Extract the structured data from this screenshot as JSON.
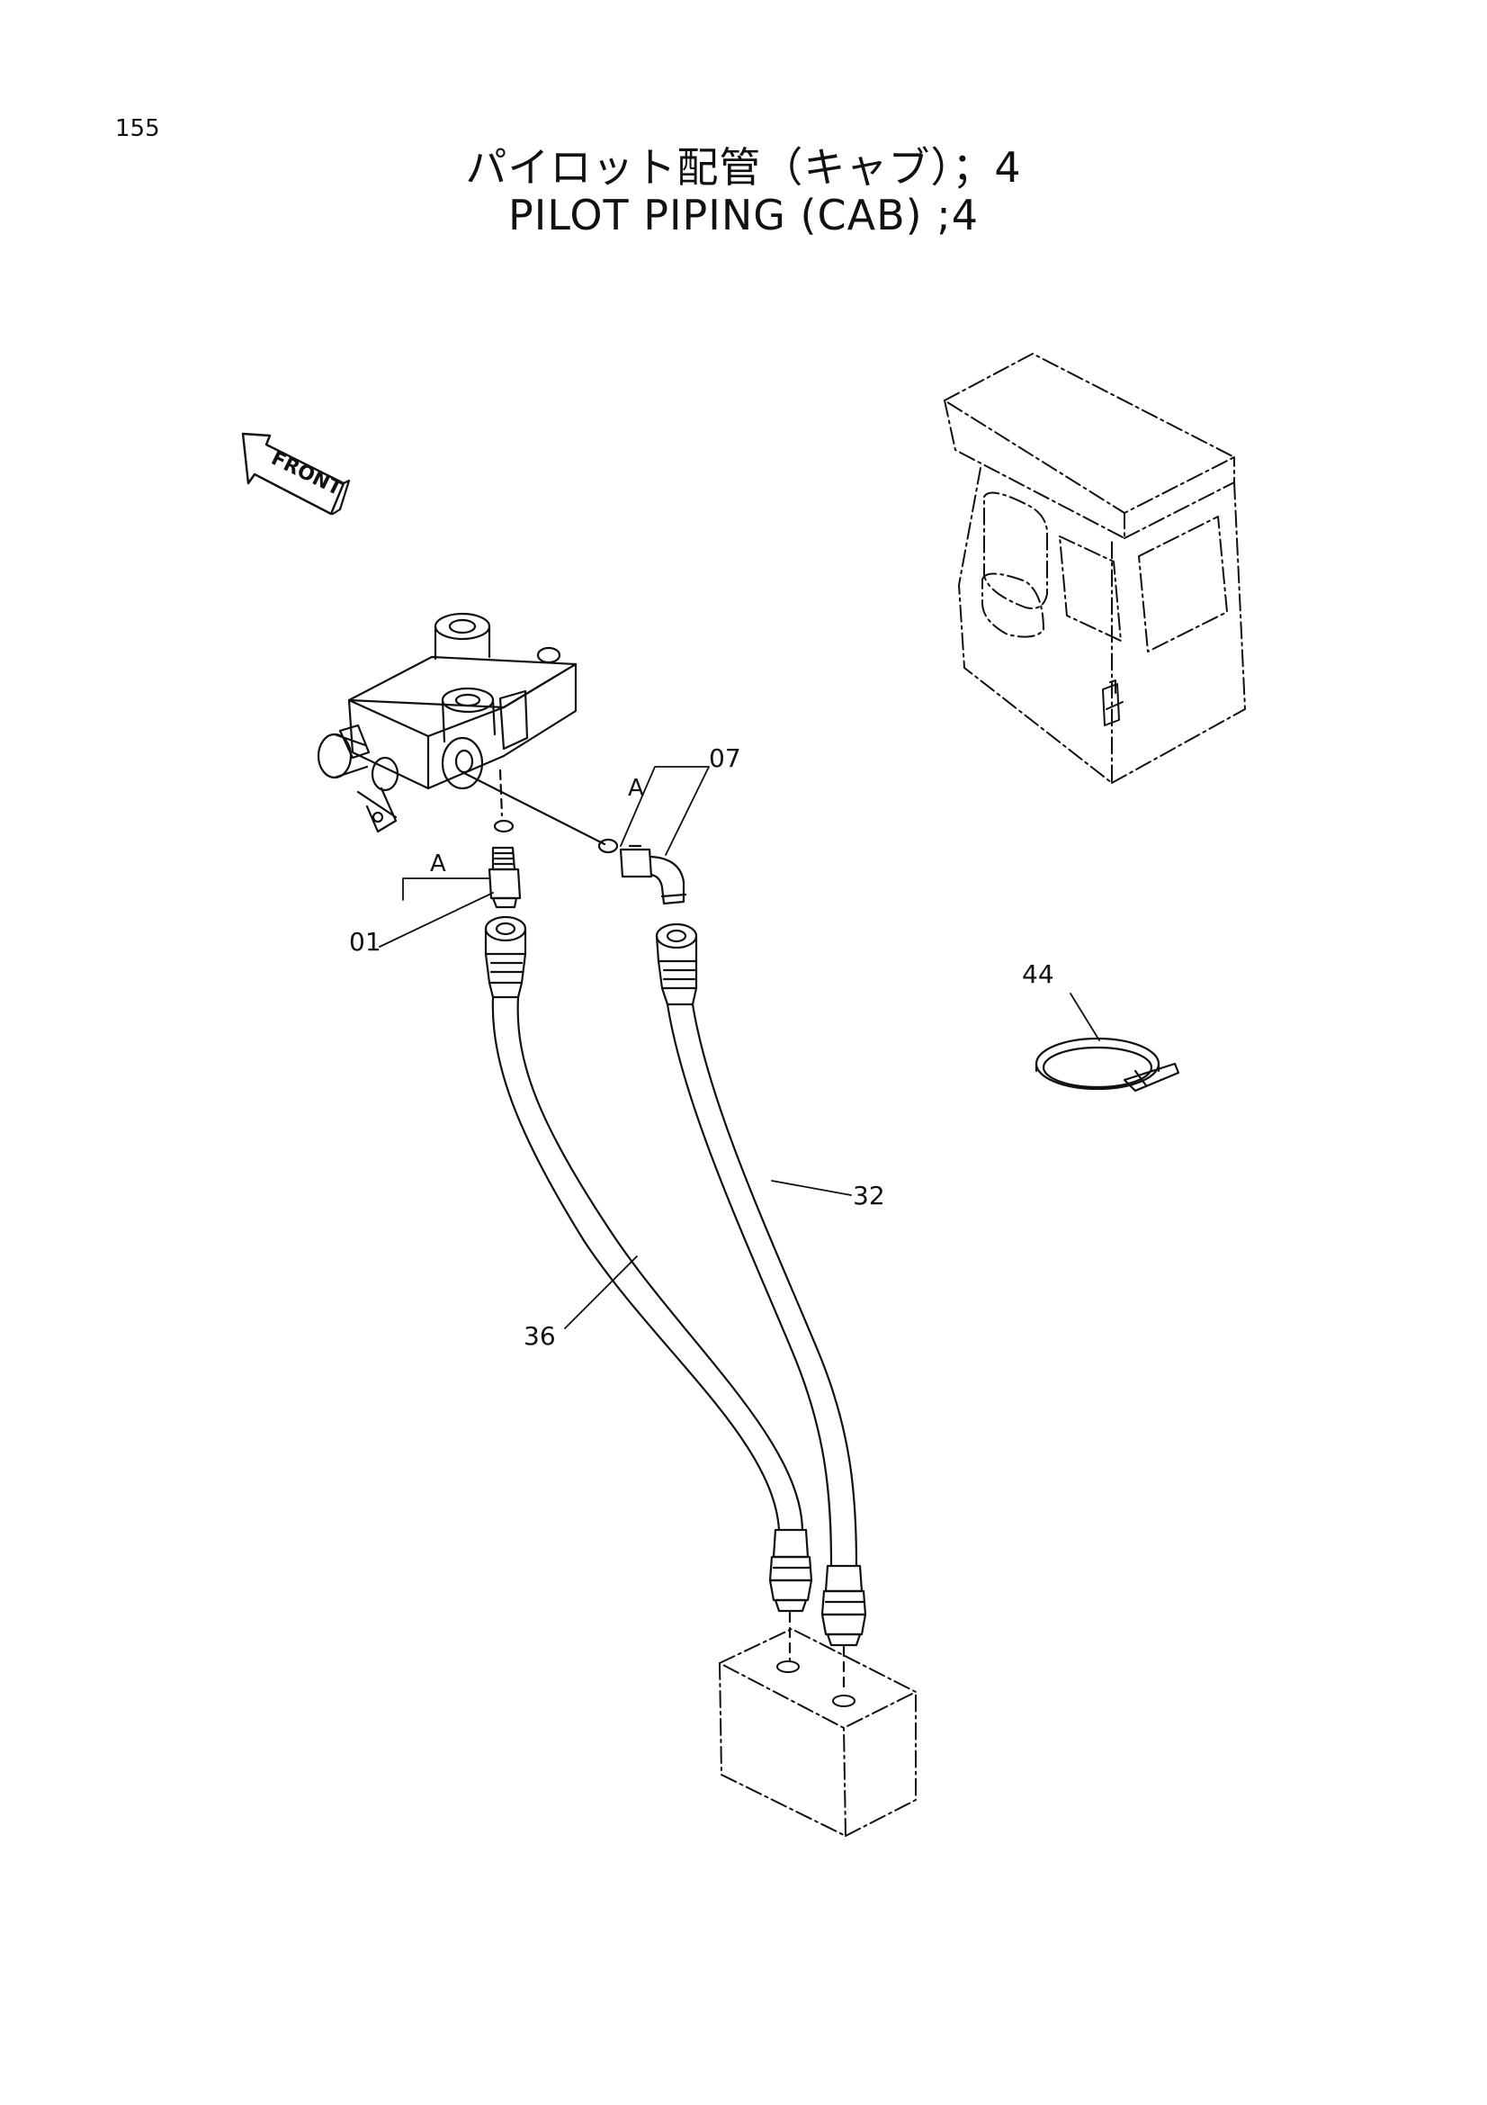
{
  "page_number": "155",
  "title_jp": "パイロット配管（キャブ）；4",
  "title_en": "PILOT PIPING (CAB) ;4",
  "front_arrow": "FRONT",
  "callouts": {
    "p01": "01",
    "p07": "07",
    "p32": "32",
    "p36": "36",
    "p44": "44",
    "detail_a_left": "A",
    "detail_a_right": "A"
  }
}
